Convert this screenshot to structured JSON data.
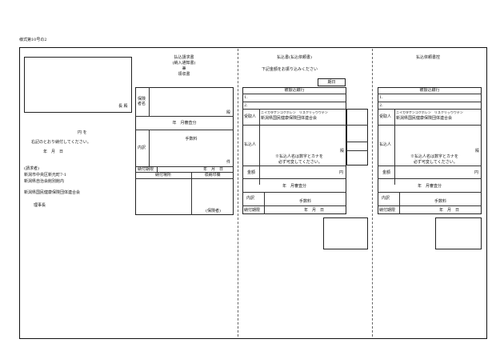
{
  "form_number": "様式第10号の2",
  "left": {
    "seal_label": "長 殿",
    "yen": "円 を",
    "statement": "右記のとおり納付してください。",
    "date": "年　月　日",
    "claimant_title": "(請求者)",
    "address1": "新潟市中央区新光町7-1",
    "address2": "新潟県自治会館別館内",
    "org_name": "新潟県国民健康保険団体連合会",
    "rep_title": "理事長"
  },
  "section1": {
    "title1": "払込請求書",
    "title2": "(納入通知書)",
    "title3": "兼",
    "title4": "領収書",
    "insurer_label": "保険\n者名",
    "dono": "殿",
    "period": "年　月審査分",
    "fee": "手数料",
    "breakdown": "内訳",
    "ken": "件",
    "due_label": "納付期限",
    "due_value": "年　月　日",
    "pay_place": "納付場所",
    "receipt_stamp": "収納印欄",
    "insurer_note": "(保険者)"
  },
  "section2": {
    "title": "払込書(払込依頼書)",
    "instruction": "下記金額をお振り込みください",
    "kijitsu": "期日",
    "bank_header": "被振込銀行",
    "bank1": "1.",
    "bank2": "2.",
    "recipient_label": "受取人",
    "recipient_kana": "ニイガタケンコクホレン　リスクリッウウテン",
    "recipient_name": "新潟県国民健康保険団体連合会",
    "payer_label": "払込人",
    "dono": "殿",
    "payer_note1": "※払込人名は数字とカナを",
    "payer_note2": "必ず可変してください。",
    "amount_label": "金額",
    "yen": "円",
    "period": "年　月審査分",
    "breakdown": "内訳",
    "fee": "手数料",
    "due_label": "納付期限",
    "due_value": "年　月　日"
  },
  "section3": {
    "title": "払込依頼書控",
    "bank_header": "被振込銀行",
    "bank1": "1.",
    "bank2": "2.",
    "recipient_label": "受取人",
    "recipient_kana": "ニイガタケンコクホレン　リスクリッウウテン",
    "recipient_name": "新潟県国民健康保険団体連合会",
    "payer_label": "払込人",
    "dono": "殿",
    "payer_note1": "※払込人名は数字とカナを",
    "payer_note2": "必ず可変してください。",
    "amount_label": "金額",
    "yen": "円",
    "period": "年　月審査分",
    "breakdown": "内訳",
    "fee": "手数料",
    "due_label": "納付期限",
    "due_value": "年　月　日"
  }
}
